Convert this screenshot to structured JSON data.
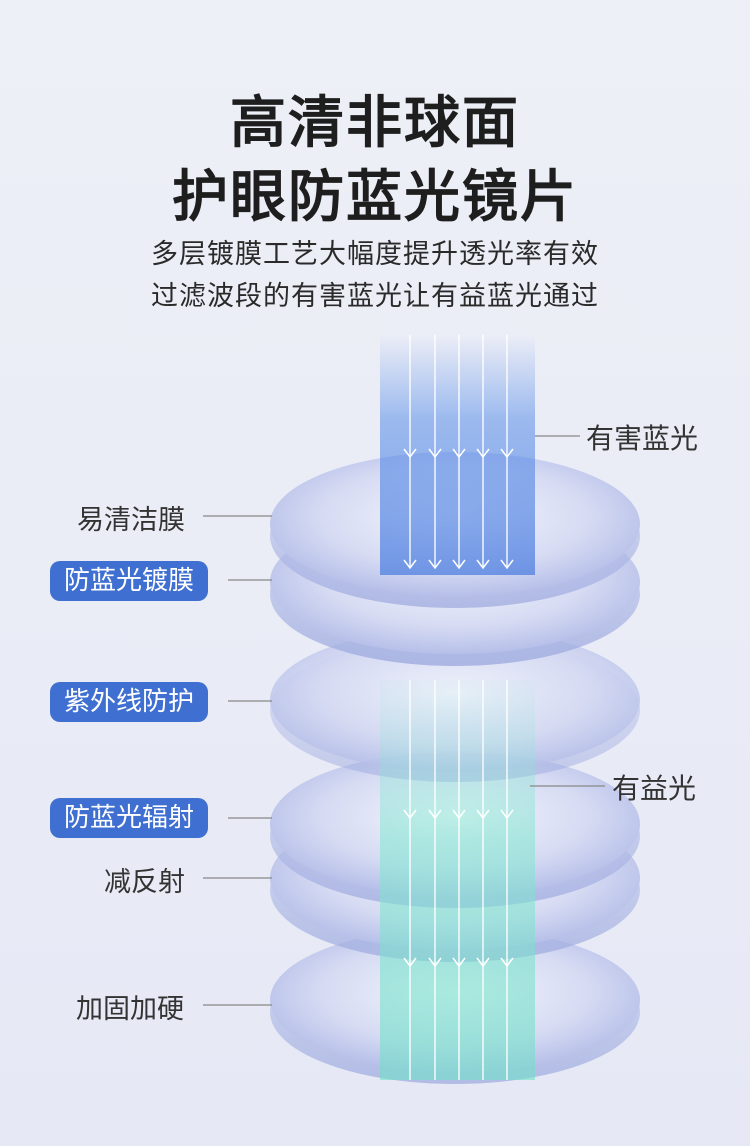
{
  "header": {
    "title_line1": "高清非球面",
    "title_line2": "护眼防蓝光镜片",
    "subtitle_line1": "多层镀膜工艺大幅度提升透光率有效",
    "subtitle_line2": "过滤波段的有害蓝光让有益蓝光通过"
  },
  "layers": [
    {
      "label": "易清洁膜",
      "highlight": false
    },
    {
      "label": "防蓝光镀膜",
      "highlight": true
    },
    {
      "label": "紫外线防护",
      "highlight": true
    },
    {
      "label": "防蓝光辐射",
      "highlight": true
    },
    {
      "label": "减反射",
      "highlight": false
    },
    {
      "label": "加固加硬",
      "highlight": false
    }
  ],
  "callouts": {
    "harmful_light": "有害蓝光",
    "beneficial_light": "有益光"
  },
  "colors": {
    "pill_bg": "#3f6fd1",
    "harmful_beam": "#5b8fe8",
    "beneficial_beam": "#6fe0c8",
    "lens_fill": "#c7cff0"
  }
}
